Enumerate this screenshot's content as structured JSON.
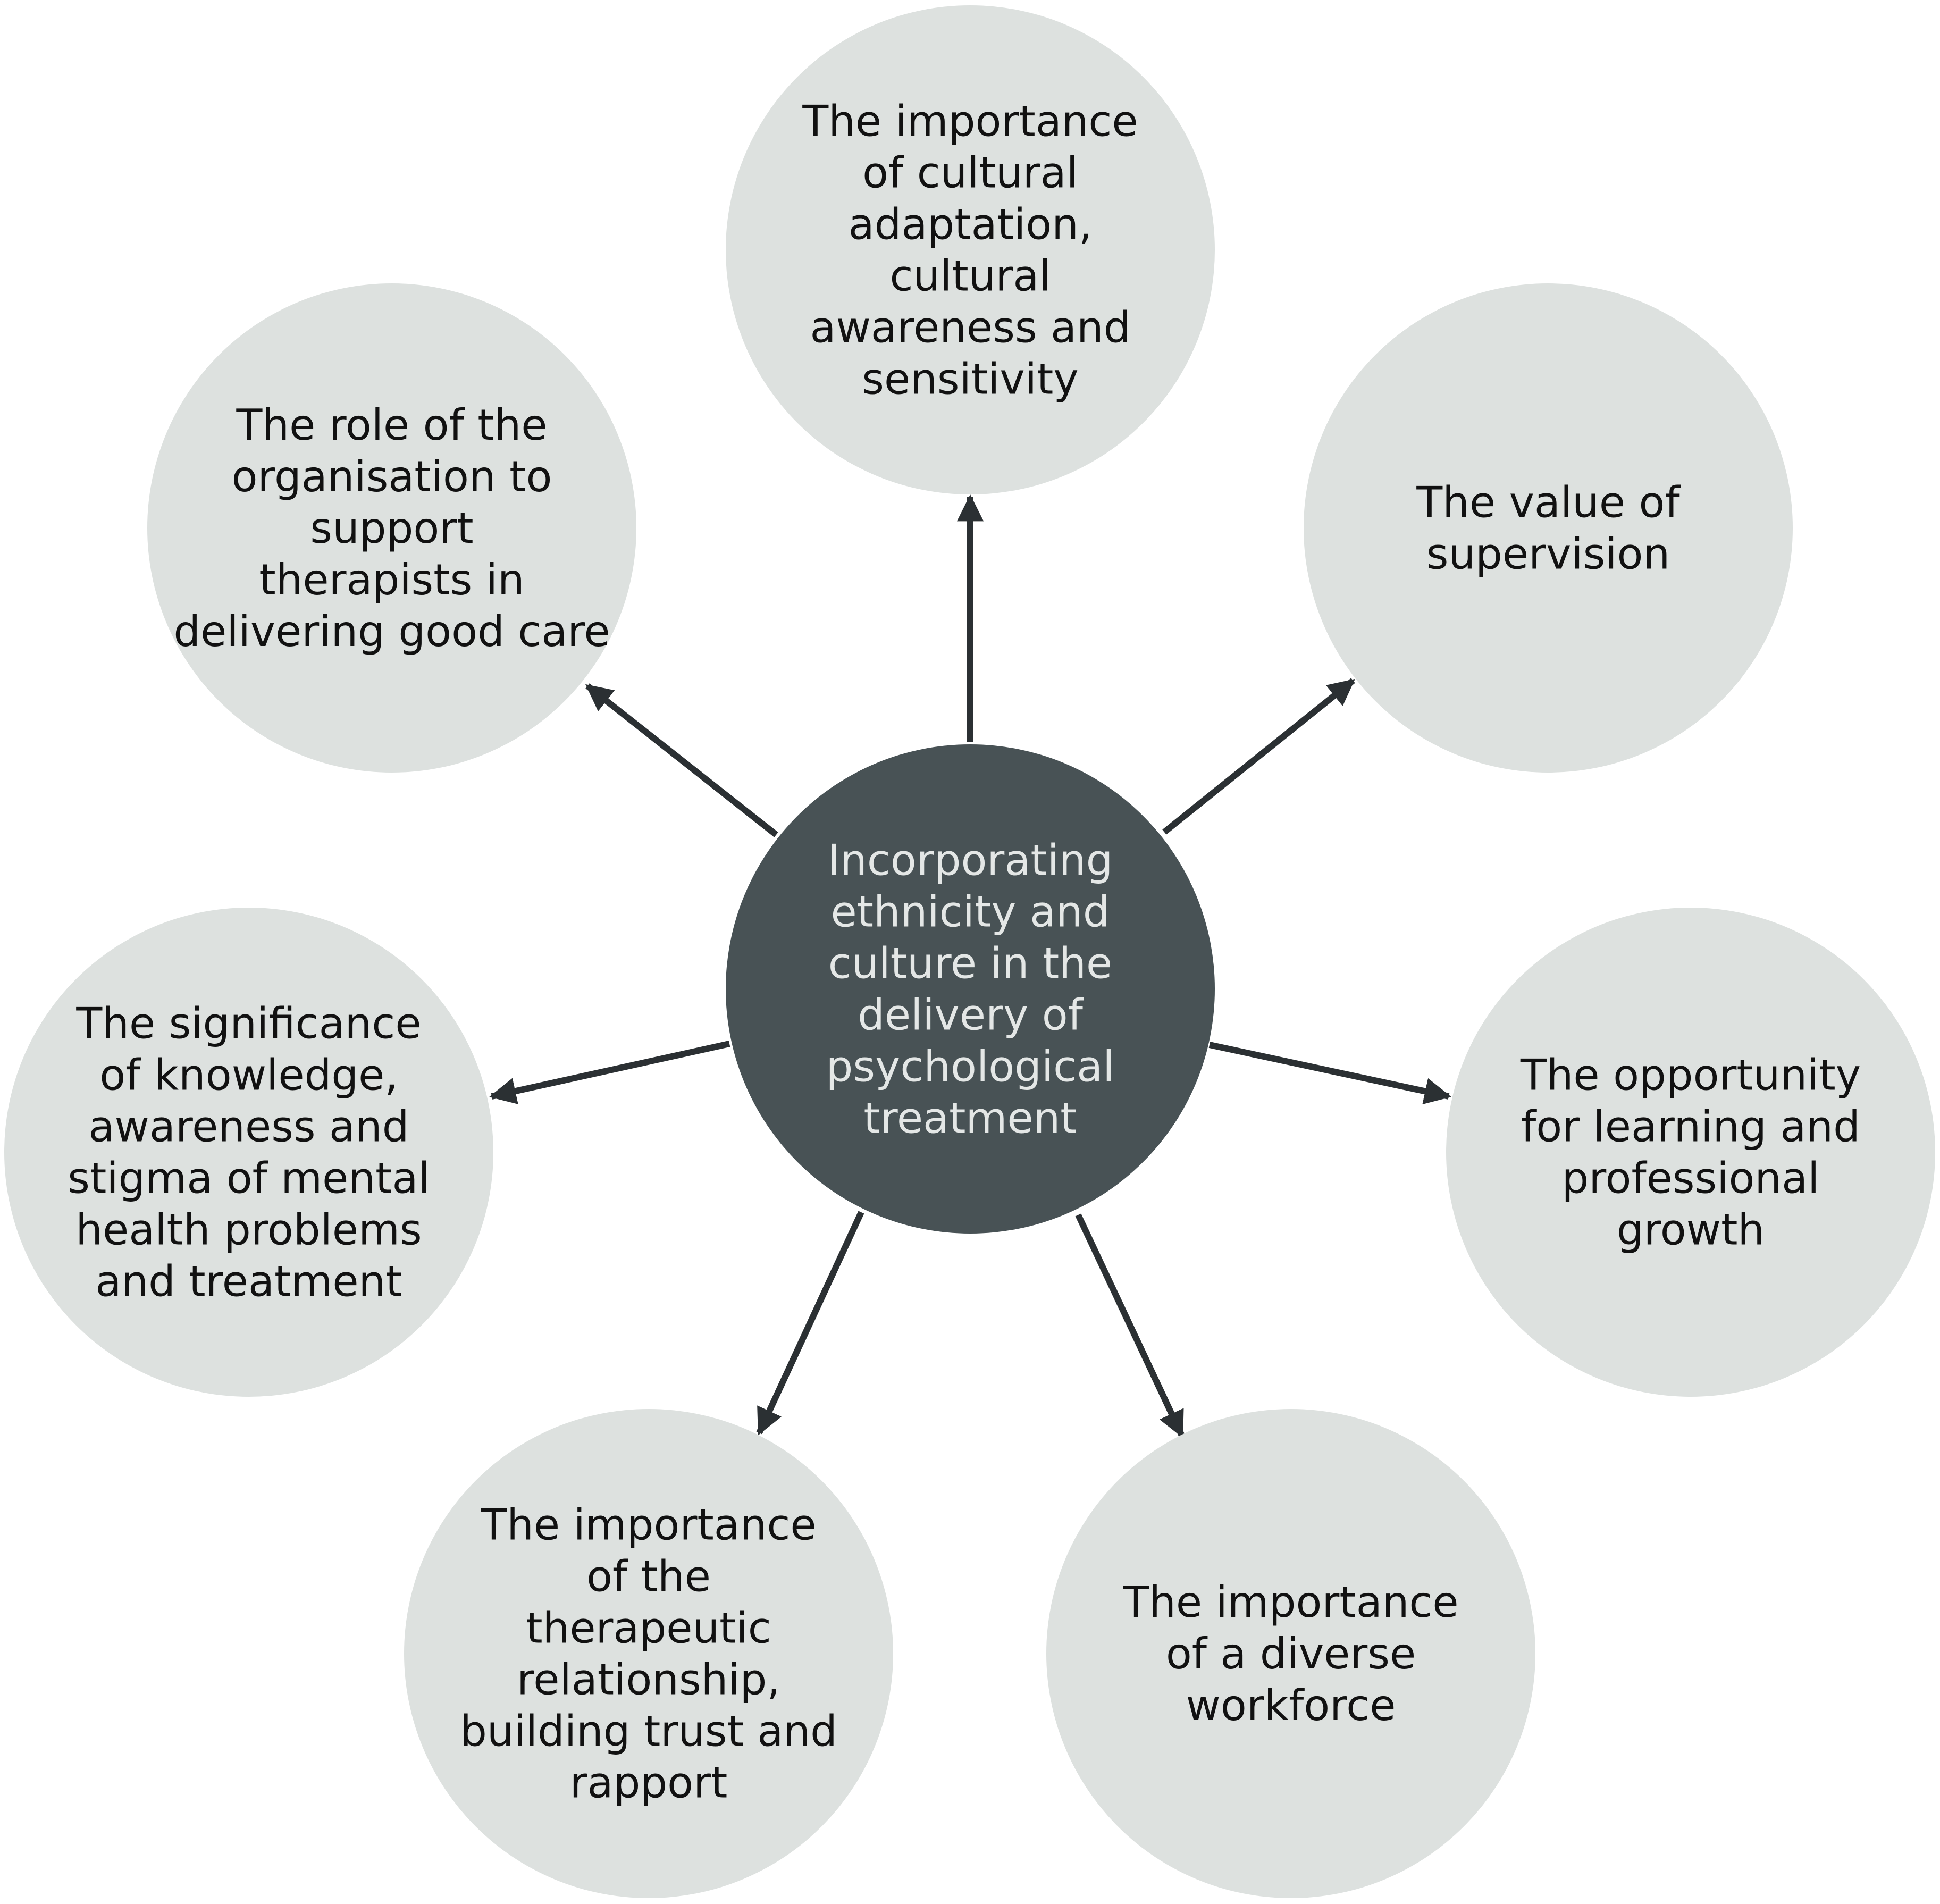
{
  "colors": {
    "center_fill": "#485255",
    "center_text": "#e4e7e6",
    "outer_fill": "#dde1df",
    "outer_text": "#111111",
    "arrow": "#2b3033"
  },
  "center": {
    "lines": [
      "Incorporating",
      "ethnicity and",
      "culture in the",
      "delivery of",
      "psychological",
      "treatment"
    ]
  },
  "themes": [
    {
      "id": "cultural-adaptation",
      "lines": [
        "The importance",
        "of cultural",
        "adaptation,",
        "cultural",
        "awareness and",
        "sensitivity"
      ]
    },
    {
      "id": "supervision",
      "lines": [
        "The value of",
        "supervision"
      ]
    },
    {
      "id": "learning-growth",
      "lines": [
        "The opportunity",
        "for learning and",
        "professional",
        "growth"
      ]
    },
    {
      "id": "diverse-workforce",
      "lines": [
        "The importance",
        "of a diverse",
        "workforce"
      ]
    },
    {
      "id": "therapeutic-relationship",
      "lines": [
        "The importance",
        "of the",
        "therapeutic",
        "relationship,",
        "building trust and",
        "rapport"
      ]
    },
    {
      "id": "knowledge-stigma",
      "lines": [
        "The significance",
        "of knowledge,",
        "awareness and",
        "stigma of mental",
        "health problems",
        "and treatment"
      ]
    },
    {
      "id": "organisation-support",
      "lines": [
        "The role of the",
        "organisation to",
        "support",
        "therapists in",
        "delivering good care"
      ]
    }
  ]
}
